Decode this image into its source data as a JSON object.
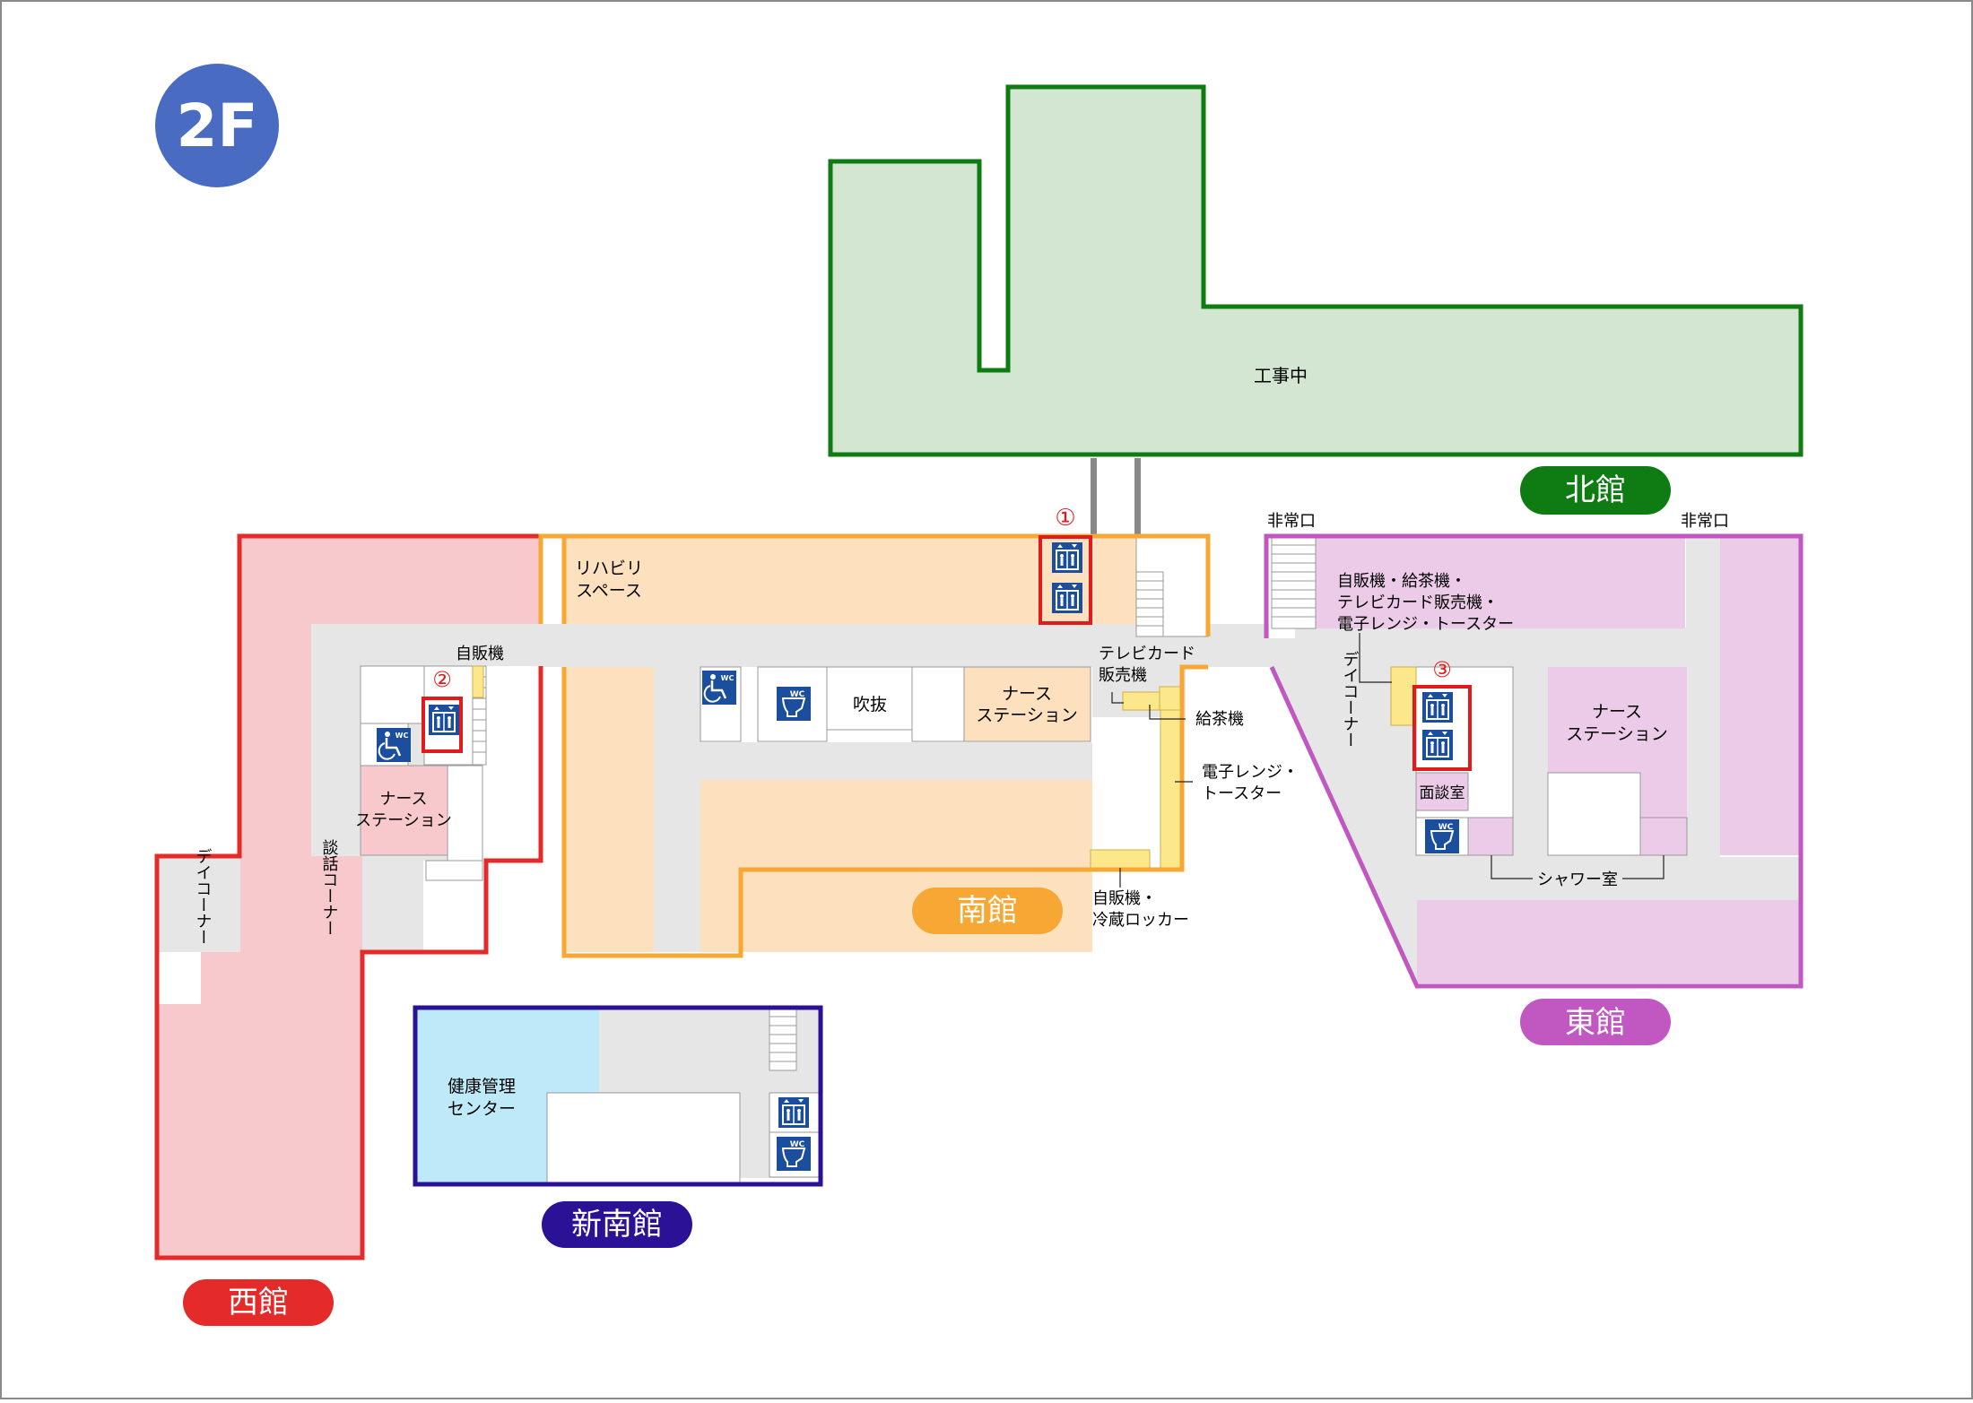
{
  "floor": {
    "label": "2F"
  },
  "buildings": {
    "north": {
      "name": "北館",
      "under_construction": "工事中"
    },
    "south": {
      "name": "南館"
    },
    "west": {
      "name": "西館"
    },
    "east": {
      "name": "東館"
    },
    "new_south": {
      "name": "新南館"
    }
  },
  "markers": {
    "m1": "①",
    "m2": "②",
    "m3": "③"
  },
  "labels": {
    "rehab_line1": "リハビリ",
    "rehab_line2": "スペース",
    "vending_west": "自販機",
    "fukinuke": "吹抜",
    "nurse_line1": "ナース",
    "nurse_line2": "ステーション",
    "telecard_line1": "テレビカード",
    "telecard_line2": "販売機",
    "tea": "給茶機",
    "microwave_line1": "電子レンジ・",
    "microwave_line2": "トースター",
    "vend_locker_line1": "自販機・",
    "vend_locker_line2": "冷蔵ロッカー",
    "emergency_exit": "非常口",
    "east_vend_line1": "自販機・給茶機・",
    "east_vend_line2": "テレビカード販売機・",
    "east_vend_line3": "電子レンジ・トースター",
    "day_corner": "デイコーナー",
    "interview": "面談室",
    "shower": "シャワー室",
    "talk_corner": "談話コーナー",
    "health_line1": "健康管理",
    "health_line2": "センター"
  },
  "icons": {
    "elevator": "elevator-icon",
    "restroom": "wc-icon",
    "accessible_restroom": "accessible-wc-icon"
  },
  "colors": {
    "north": "#0e7c12",
    "north_fill": "#d2e6d2",
    "south": "#f7a733",
    "south_fill": "#fde0bd",
    "west": "#e52a2a",
    "west_fill": "#f7c9cc",
    "east": "#c157c1",
    "east_fill": "#eccbe9",
    "new_south": "#2a1196",
    "health_fill": "#bde9f8",
    "floor_badge": "#4a6bc2",
    "corridor": "#e6e6e6",
    "marker": "#e11b1b",
    "icon_bg": "#1c4e9e"
  }
}
